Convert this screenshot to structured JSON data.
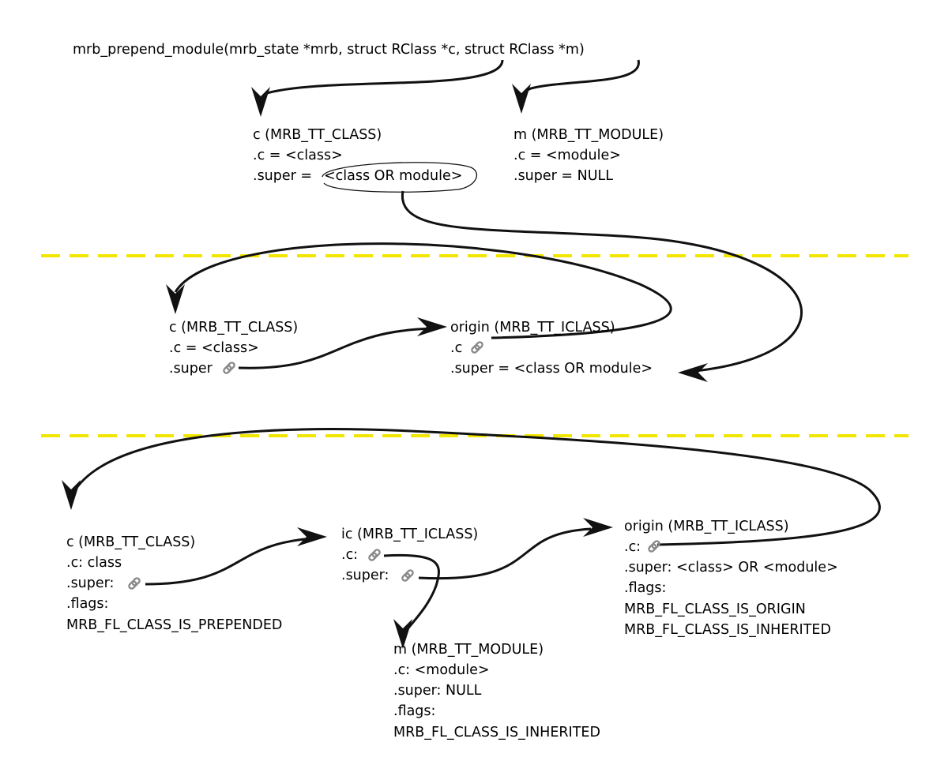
{
  "signature": "mrb_prepend_module(mrb_state *mrb, struct RClass *c, struct RClass *m)",
  "colors": {
    "separator": "#f2e600",
    "ink": "#111111",
    "link_icon": "#8a8a8a"
  },
  "icons": {
    "link": "link-icon"
  },
  "section1": {
    "c_title": "c (MRB_TT_CLASS)",
    "c_c": ".c = <class>",
    "c_super_label": ".super = ",
    "c_super_value": "<class OR module>",
    "m_title": "m (MRB_TT_MODULE)",
    "m_c": ".c = <module>",
    "m_super": ".super = NULL"
  },
  "section2": {
    "c_title": "c (MRB_TT_CLASS)",
    "c_c": ".c = <class>",
    "c_super": ".super",
    "origin_title": "origin (MRB_TT_ICLASS)",
    "origin_c": ".c",
    "origin_super": ".super = <class OR module>"
  },
  "section3": {
    "c_title": "c (MRB_TT_CLASS)",
    "c_c": ".c: class",
    "c_super": ".super:",
    "c_flags": ".flags:",
    "c_flag1": "MRB_FL_CLASS_IS_PREPENDED",
    "ic_title": "ic (MRB_TT_ICLASS)",
    "ic_c": ".c:",
    "ic_super": ".super:",
    "origin_title": "origin (MRB_TT_ICLASS)",
    "origin_c": ".c:",
    "origin_super": ".super: <class> OR <module>",
    "origin_flags": ".flags:",
    "origin_flag1": "MRB_FL_CLASS_IS_ORIGIN",
    "origin_flag2": "MRB_FL_CLASS_IS_INHERITED",
    "m_title": "m (MRB_TT_MODULE)",
    "m_c": ".c: <module>",
    "m_super": ".super: NULL",
    "m_flags": ".flags:",
    "m_flag1": "MRB_FL_CLASS_IS_INHERITED"
  }
}
